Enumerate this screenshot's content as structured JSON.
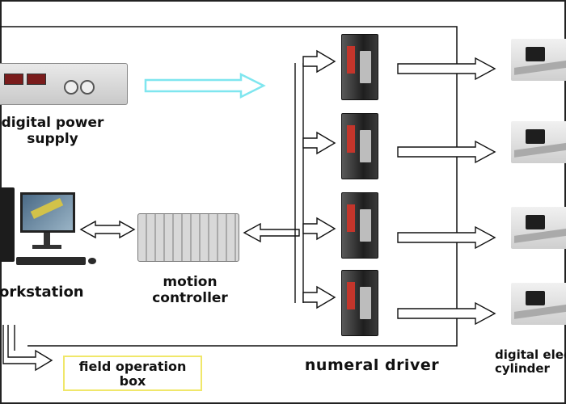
{
  "labels": {
    "power": "digital power\nsupply",
    "workstation": "workstation",
    "motion": "motion\ncontroller",
    "driver": "numeral driver",
    "cylinder": "digital electric\ncylinder",
    "field": "field operation\nbox"
  },
  "icons": {
    "power": "digital-power-supply-icon",
    "workstation": "workstation-computer-icon",
    "controller": "motion-controller-icon",
    "driver": "servo-driver-icon",
    "cylinder": "electric-cylinder-icon"
  },
  "colors": {
    "line": "#111111",
    "cyan_arrow": "#7fe6ef",
    "field_border": "#f0e76a"
  }
}
